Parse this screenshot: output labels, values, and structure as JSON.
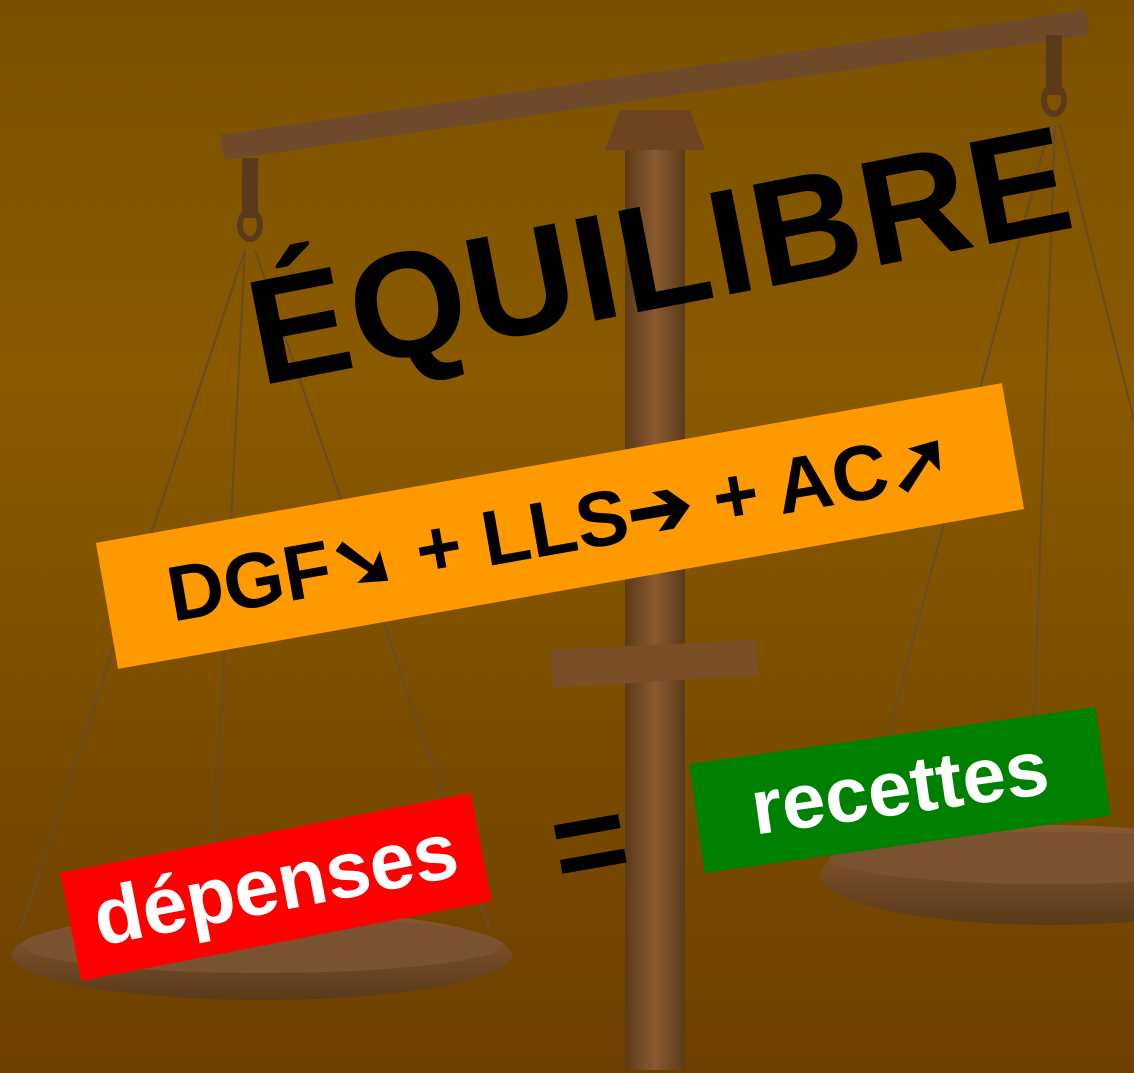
{
  "slide": {
    "title": "ÉQUILIBRE",
    "formula": "DGF➘ + LLS➔ + AC➚",
    "depenses": "dépenses",
    "equals": "=",
    "recettes": "recettes"
  },
  "colors": {
    "background": "#7a5000",
    "formula_box": "#ff9900",
    "depenses_box": "#ff0000",
    "recettes_box": "#008000"
  },
  "background_image": "balance-scale-icon"
}
